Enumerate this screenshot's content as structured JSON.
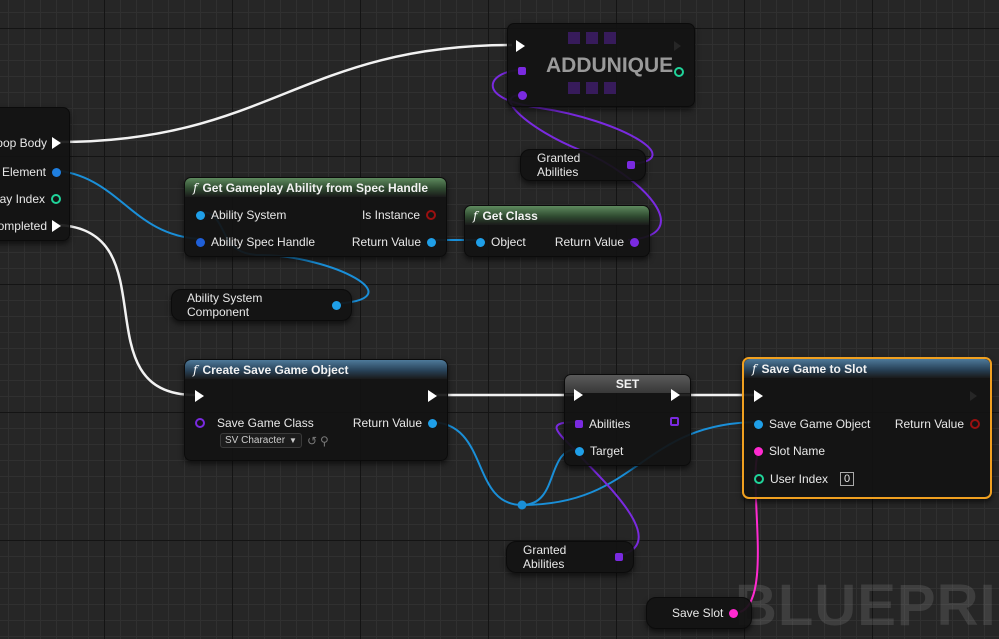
{
  "watermark": "BLUEPRINT",
  "loop_node": {
    "pins": [
      "oop Body",
      "Element",
      "ay Index",
      "ompleted"
    ]
  },
  "addunique_node": {
    "title": "ADDUNIQUE"
  },
  "get_ability_node": {
    "title": "Get Gameplay Ability from Spec Handle",
    "inputs": [
      "Ability System",
      "Ability Spec Handle"
    ],
    "outputs": [
      "Is Instance",
      "Return Value"
    ]
  },
  "get_class_node": {
    "title": "Get Class",
    "input": "Object",
    "output": "Return Value"
  },
  "create_save_node": {
    "title": "Create Save Game Object",
    "input": "Save Game Class",
    "output": "Return Value",
    "class_value": "SV Character"
  },
  "set_node": {
    "title": "SET",
    "inputs": [
      "Abilities",
      "Target"
    ]
  },
  "save_slot_node": {
    "title": "Save Game to Slot",
    "inputs": [
      "Save Game Object",
      "Slot Name",
      "User Index"
    ],
    "output": "Return Value",
    "user_index_value": "0"
  },
  "variables": {
    "granted_abilities_top": "Granted Abilities",
    "ability_system_component": "Ability System Component",
    "granted_abilities_bottom": "Granted Abilities",
    "save_slot": "Save Slot"
  },
  "colors": {
    "exec": "#ffffff",
    "object": "#1f9fe8",
    "class": "#7a2ae0",
    "string": "#ff2ad0",
    "int": "#20d49a",
    "bool": "#9a1010",
    "selected": "#f0a020"
  }
}
